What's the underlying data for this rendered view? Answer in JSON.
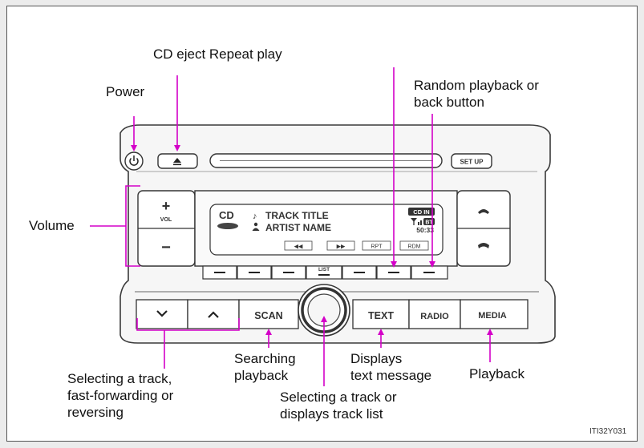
{
  "callouts": {
    "cd_eject_repeat": "CD eject Repeat play",
    "power": "Power",
    "random_line1": "Random playback or",
    "random_line2": "back button",
    "volume": "Volume",
    "select_track_line1": "Selecting a track,",
    "select_track_line2": "fast-forwarding or",
    "select_track_line3": "reversing",
    "searching_line1": "Searching",
    "searching_line2": "playback",
    "text_msg_line1": "Displays",
    "text_msg_line2": "text message",
    "playback": "Playback",
    "select_list_line1": "Selecting a track or",
    "select_list_line2": "displays track list"
  },
  "unit": {
    "setup": "SET UP",
    "vol_plus": "+",
    "vol_label": "VOL",
    "vol_minus": "−",
    "display_cd": "CD",
    "track_title": "TRACK TITLE",
    "artist_name": "ARTIST NAME",
    "badge_cd_in": "CD IN",
    "badge_bt": "BT",
    "time": "50:33",
    "soft_keys": [
      "◀◀",
      "▶▶",
      "RPT",
      "RDM"
    ],
    "list": "LIST",
    "scan": "SCAN",
    "text": "TEXT",
    "radio": "RADIO",
    "media": "MEDIA"
  },
  "figure_id": "ITI32Y031",
  "colors": {
    "callout_line": "#d400c8",
    "panel": "#f4f4f4",
    "outline": "#3a3a3a"
  }
}
